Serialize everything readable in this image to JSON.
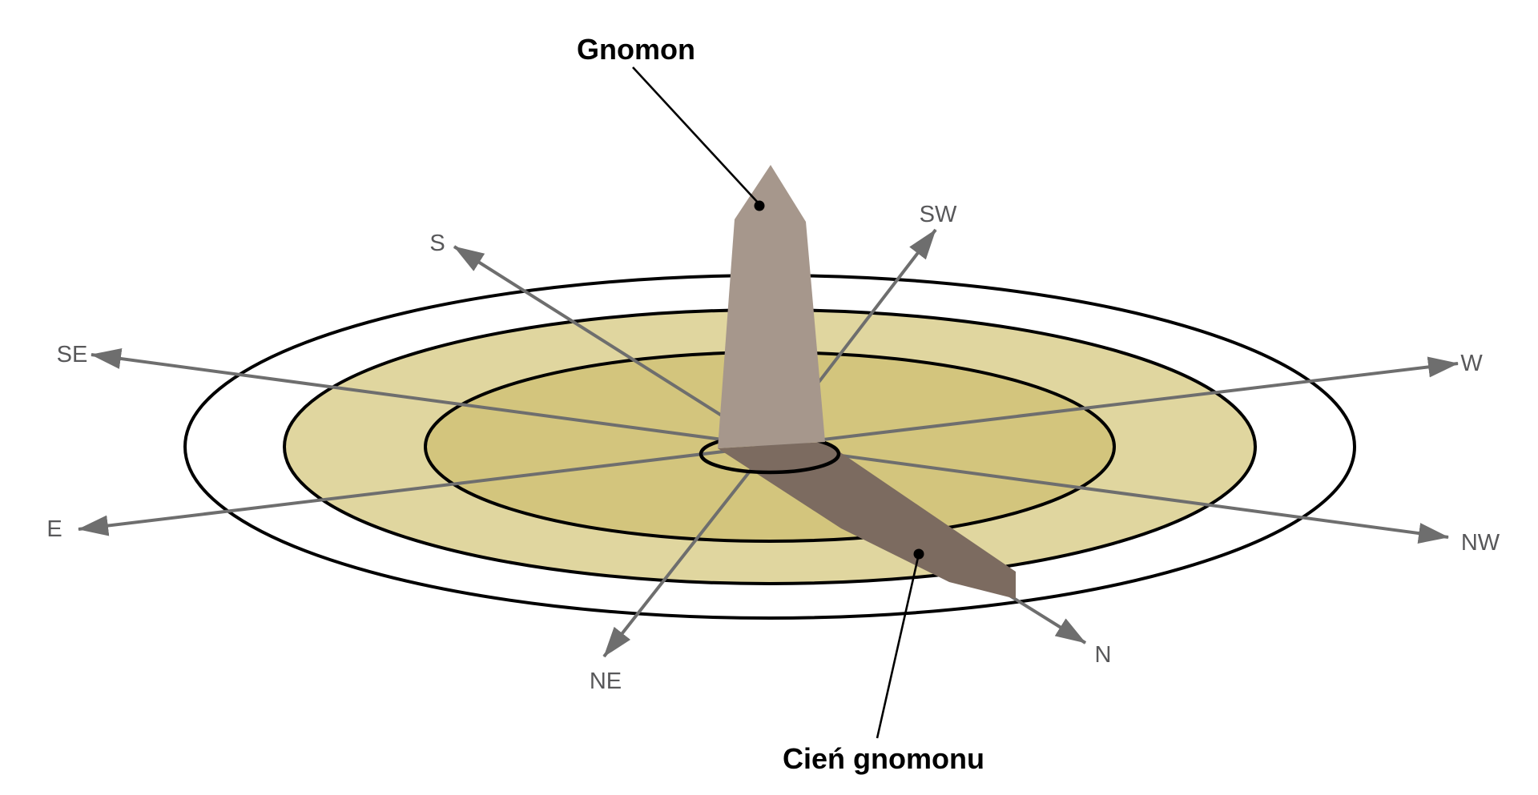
{
  "diagram": {
    "labels": {
      "gnomon": "Gnomon",
      "shadow": "Cień gnomonu"
    },
    "compass": {
      "s": "S",
      "sw": "SW",
      "se": "SE",
      "w": "W",
      "e": "E",
      "nw": "NW",
      "ne": "NE",
      "n": "N"
    },
    "colors": {
      "background": "#ffffff",
      "dial_outer_fill": "#ffffff",
      "dial_middle_fill": "#e0d69f",
      "dial_inner_fill": "#d3c57d",
      "dial_outline": "#000000",
      "gnomon_fill": "#a6978c",
      "shadow_fill": "#7c6b60",
      "arrow": "#6e6e6e",
      "compass_text": "#58585a",
      "callout_text": "#000000"
    }
  }
}
